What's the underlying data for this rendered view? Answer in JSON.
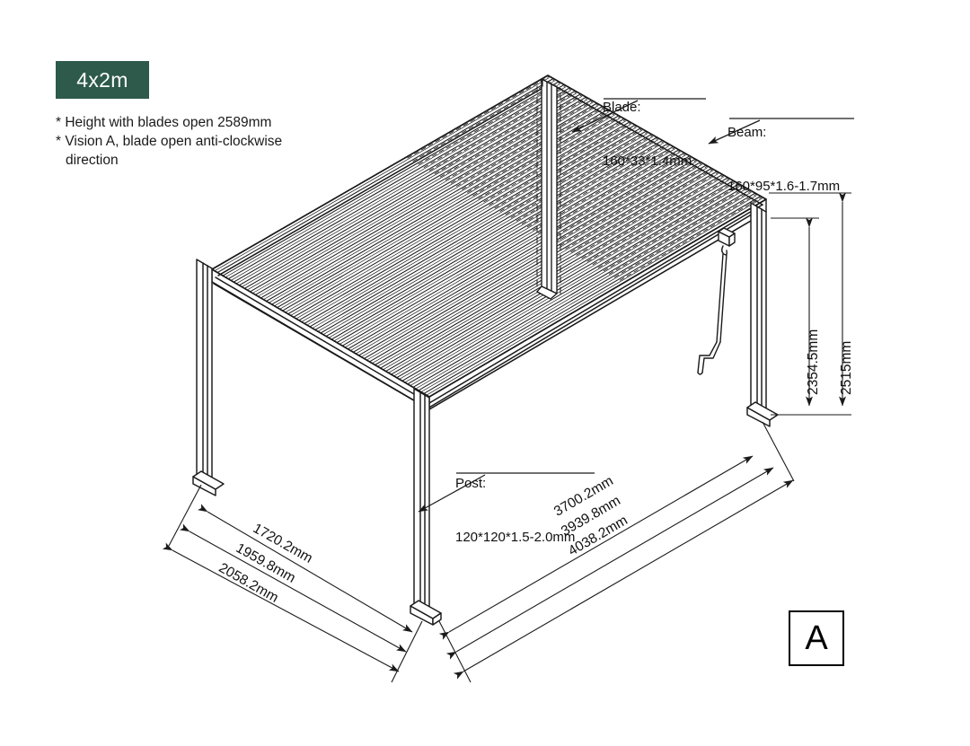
{
  "drawing": {
    "type": "isometric-technical-drawing",
    "subject": "louvered-pergola",
    "view_marker": "A"
  },
  "badge": {
    "label": "4x2m",
    "color": "#2d5a4a",
    "text_color": "#ffffff"
  },
  "notes": [
    "* Height with blades open 2589mm",
    "* Vision A, blade open anti-clockwise",
    "direction"
  ],
  "callouts": {
    "blade": {
      "title": "Blade:",
      "spec": "160*33*1.4mm"
    },
    "beam": {
      "title": "Beam:",
      "spec": "160*95*1.6-1.7mm"
    },
    "post": {
      "title": "Post:",
      "spec": "120*120*1.5-2.0mm"
    }
  },
  "dimensions": {
    "vertical": [
      {
        "value": "2354.5mm",
        "name": "clear-height"
      },
      {
        "value": "2515mm",
        "name": "overall-height"
      }
    ],
    "left_chain": [
      {
        "value": "1720.2mm",
        "name": "depth-inner"
      },
      {
        "value": "1959.8mm",
        "name": "depth-mid"
      },
      {
        "value": "2058.2mm",
        "name": "depth-outer"
      }
    ],
    "right_chain": [
      {
        "value": "3700.2mm",
        "name": "width-inner"
      },
      {
        "value": "3939.8mm",
        "name": "width-mid"
      },
      {
        "value": "4038.2mm",
        "name": "width-outer"
      }
    ]
  },
  "view_label": {
    "letter": "A"
  },
  "style": {
    "line_color": "#1a1a1a",
    "background": "#ffffff"
  }
}
